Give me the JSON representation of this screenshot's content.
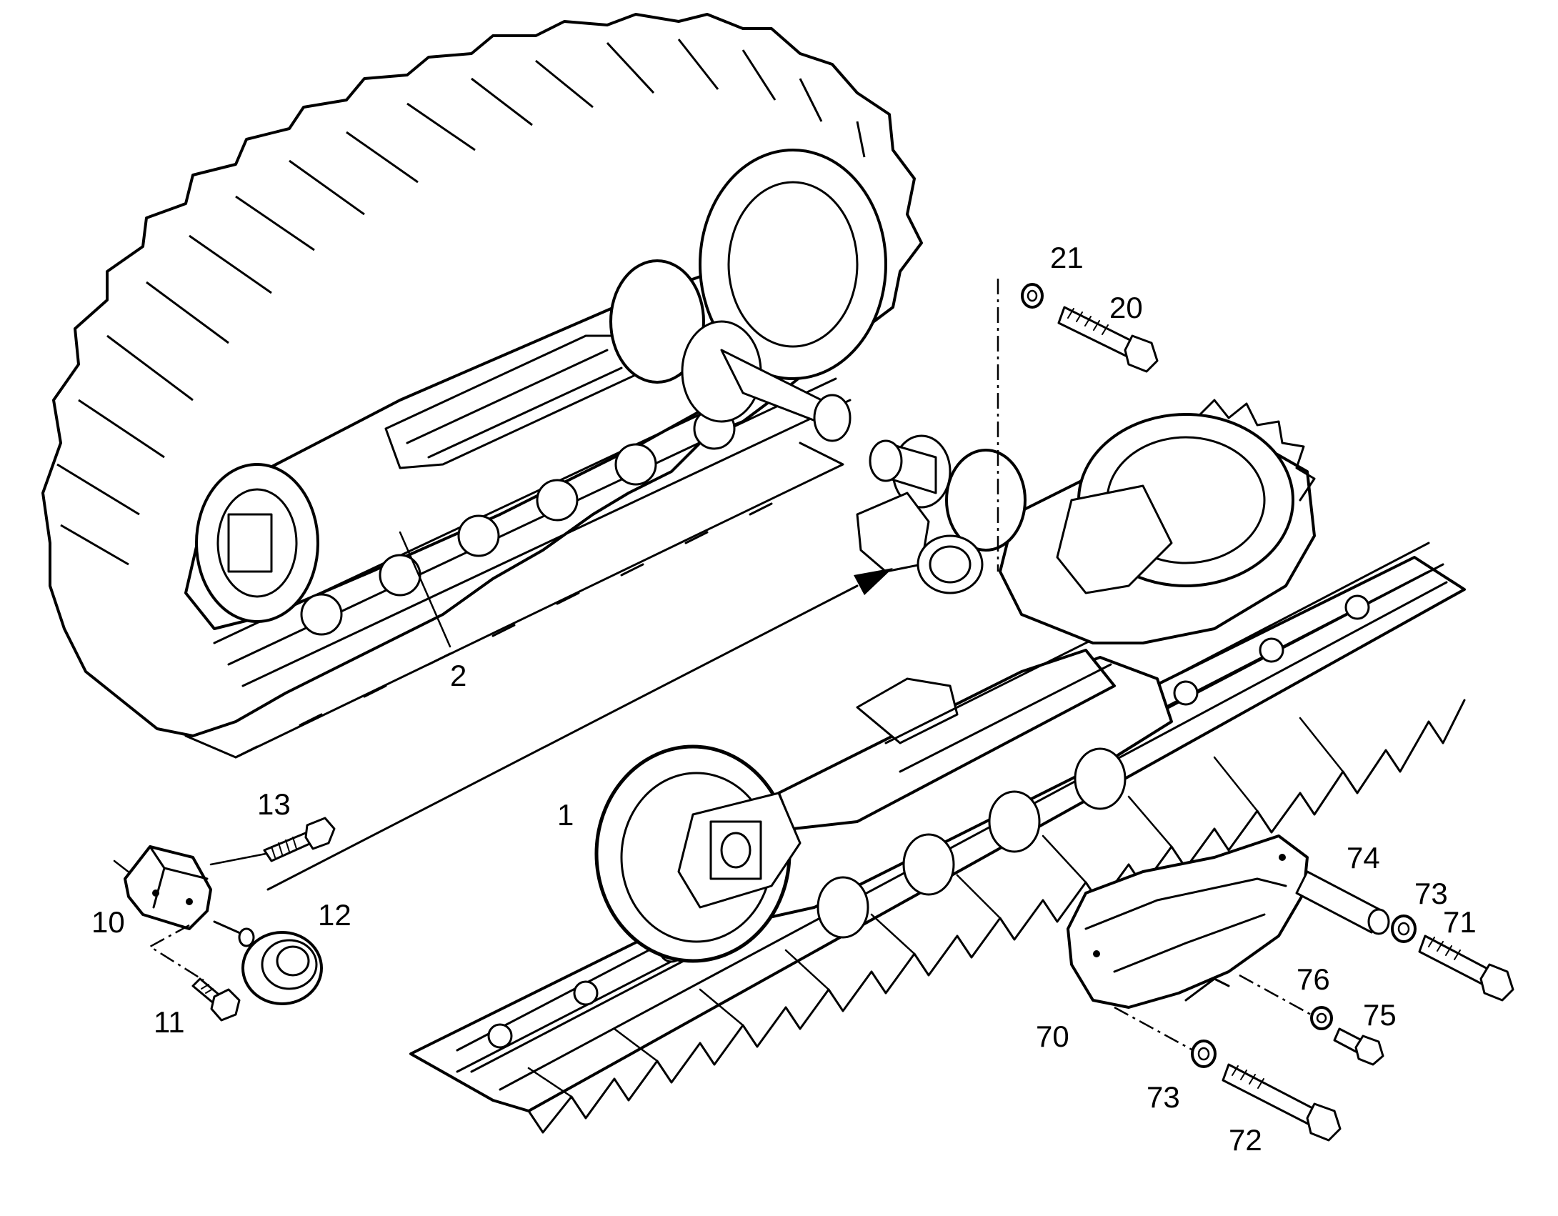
{
  "labels": {
    "l1": "1",
    "l2": "2",
    "l10": "10",
    "l11": "11",
    "l12": "12",
    "l13": "13",
    "l20": "20",
    "l21": "21",
    "l70": "70",
    "l71": "71",
    "l72": "72",
    "l73a": "73",
    "l73b": "73",
    "l74": "74",
    "l75": "75",
    "l76": "76"
  },
  "colors": {
    "ink": "#000000",
    "paper": "#ffffff"
  }
}
